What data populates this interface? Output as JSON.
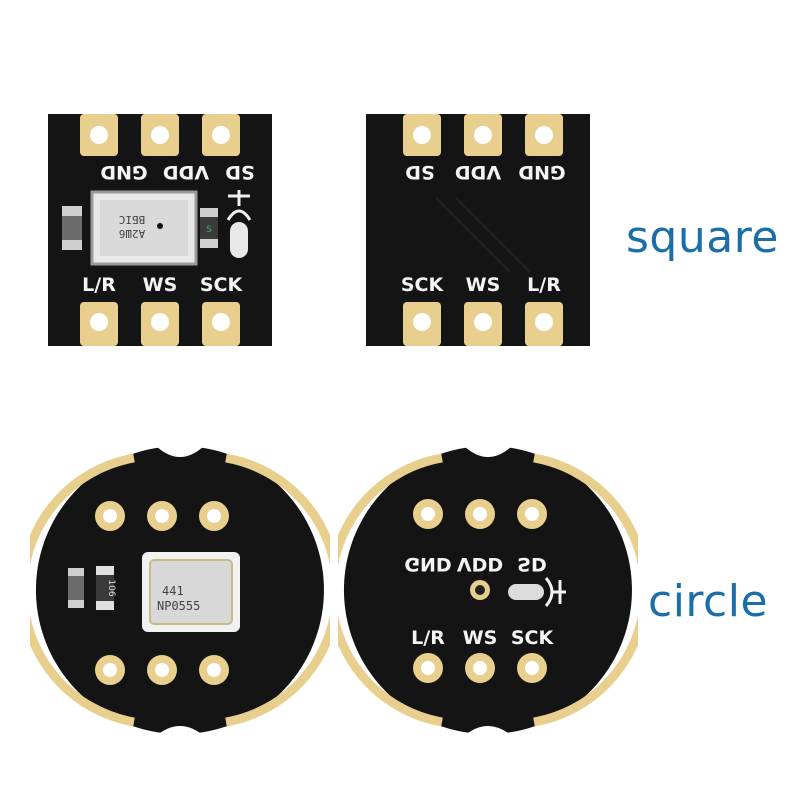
{
  "square": {
    "caption": "square",
    "front": {
      "top_labels": [
        "GND",
        "VDD",
        "SD"
      ],
      "bottom_labels": [
        "L/R",
        "WS",
        "SCK"
      ],
      "chip_text": [
        "ВБІС",
        "А2Ш6"
      ],
      "cap_mark": "S"
    },
    "back": {
      "top_labels": [
        "SD",
        "VDD",
        "GND"
      ],
      "bottom_labels": [
        "SCK",
        "WS",
        "L/R"
      ]
    }
  },
  "circle": {
    "caption": "circle",
    "front": {
      "chip_text": [
        "441",
        "NP0555"
      ],
      "cap_mark": "106"
    },
    "back": {
      "top_labels": [
        "GND",
        "VDD",
        "SD"
      ],
      "bottom_labels": [
        "L/R",
        "WS",
        "SCK"
      ]
    }
  },
  "colors": {
    "pcb": "#141414",
    "gold": "#e9cf8e",
    "caption": "#1a6fa8"
  }
}
